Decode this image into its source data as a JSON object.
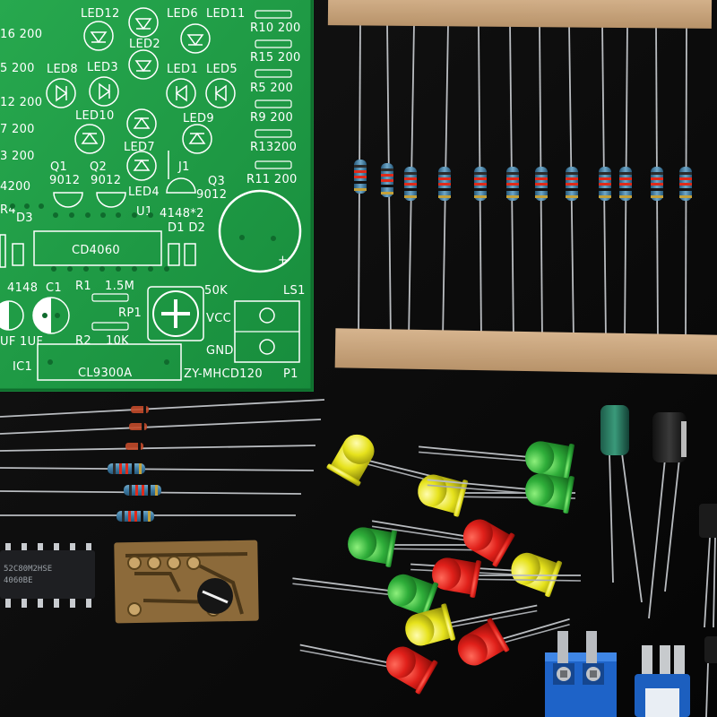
{
  "pcb": {
    "labels": {
      "led12": "LED12",
      "led6": "LED6",
      "led11": "LED11",
      "r16": "16 200",
      "r10": "R10 200",
      "led2": "LED2",
      "r_left2": "5 200",
      "r15": "R15 200",
      "led8": "LED8",
      "led3": "LED3",
      "led1": "LED1",
      "led5": "LED5",
      "r_left3": "12 200",
      "r5": "R5 200",
      "led10": "LED10",
      "led9": "LED9",
      "r_left4": "7 200",
      "r9": "R9 200",
      "led7": "LED7",
      "r_left5": "3 200",
      "r13": "R13200",
      "q1": "Q1",
      "q2": "Q2",
      "j1": "J1",
      "q3": "Q3",
      "q1_type": "9012",
      "q2_type": "9012",
      "q3_type": "9012",
      "r_left6": "4200",
      "led4": "LED4",
      "r11": "R11 200",
      "r4": "R4",
      "u1": "U1",
      "diode_type": "4148*2",
      "d3": "D3",
      "d1d2": "D1 D2",
      "ic_label": "CD4060",
      "d4148": "4148",
      "c1": "C1",
      "r1": "R1",
      "r1_val": "1.5M",
      "rv_val": "50K",
      "ls1": "LS1",
      "rp1": "RP1",
      "vcc": "VCC",
      "c_val1": "UF",
      "c_val2": "1UF",
      "r2": "R2",
      "r2_val": "10K",
      "gnd": "GND",
      "ic1": "IC1",
      "cl9300": "CL9300A",
      "board_name": "ZY-MHCD120",
      "p1": "P1",
      "plus": "+"
    }
  },
  "parts": {
    "ic_marking1": "52C80M2HSE",
    "ic_marking2": "4060BE"
  },
  "colors": {
    "pcb_green": "#1f9a45",
    "silkscreen": "#ffffff",
    "tape": "#c9a57e",
    "led_red": "#e0201a",
    "led_green": "#2fae3a",
    "led_yellow": "#e6e21c",
    "terminal_blue": "#1e63c8",
    "background": "#0b0b0b"
  }
}
